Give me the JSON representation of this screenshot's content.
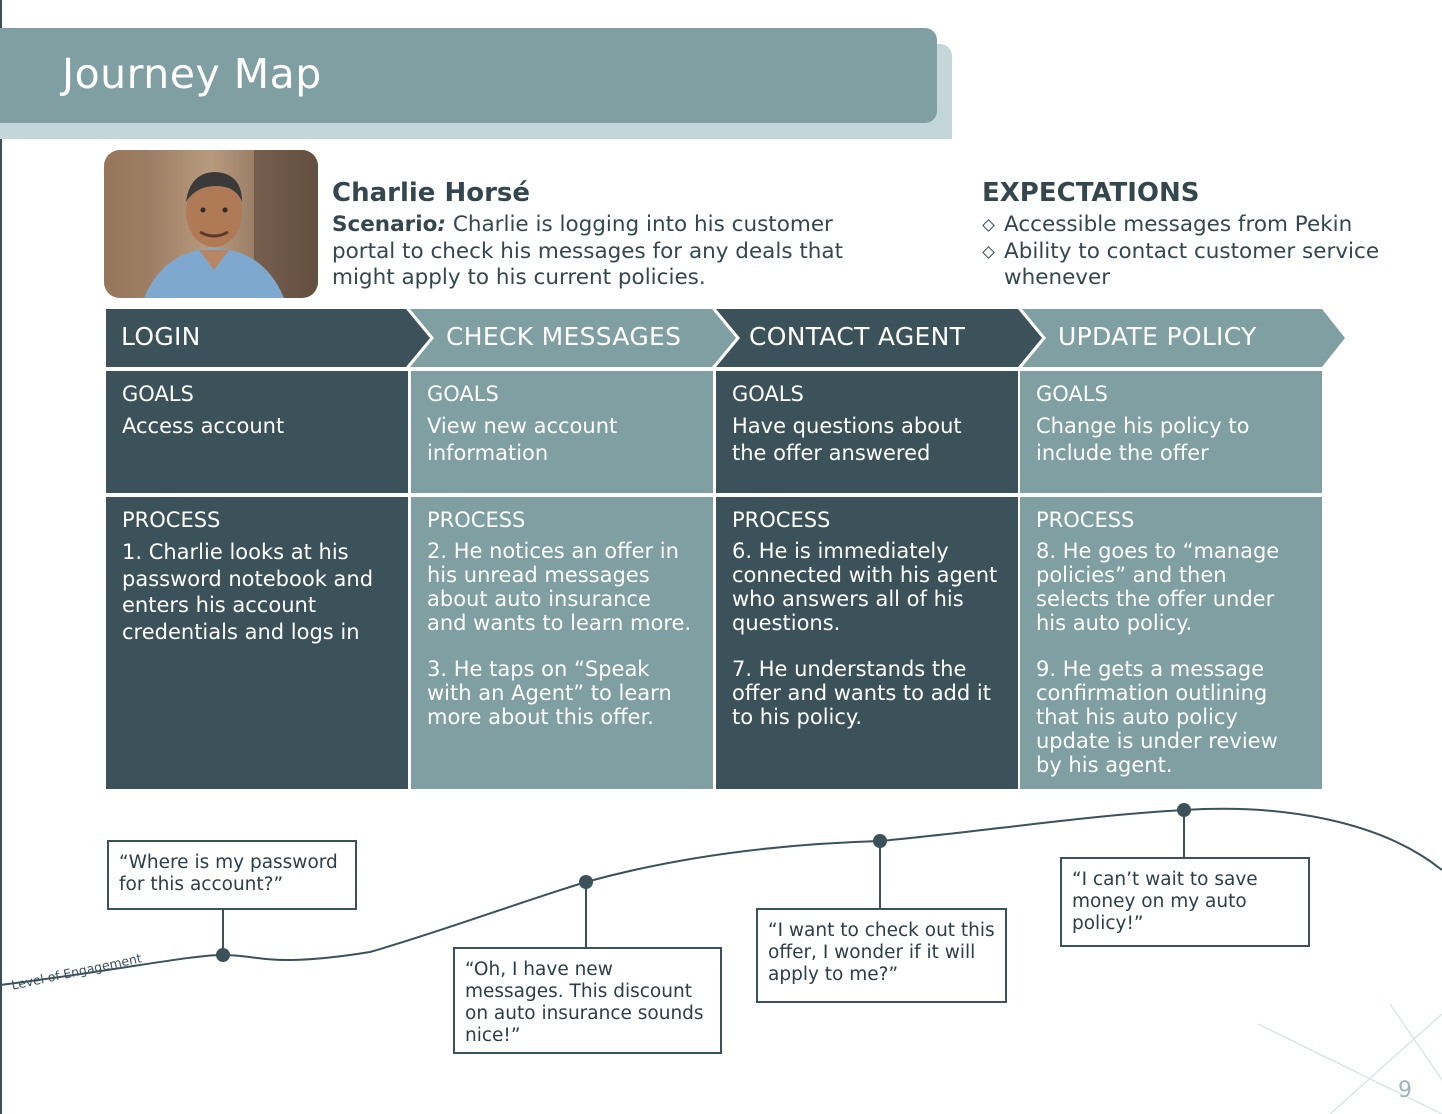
{
  "header": {
    "title": "Journey Map"
  },
  "persona": {
    "photo_alt": "persona-photo",
    "name": "Charlie Horsé",
    "scenario_label": "Scenario",
    "scenario_colon": ":",
    "scenario_text": " Charlie is logging into his customer portal to check his messages for any deals that might apply to his current policies."
  },
  "expectations": {
    "title": "EXPECTATIONS",
    "items": [
      "Accessible messages from Pekin",
      "Ability to contact customer service whenever"
    ]
  },
  "stages": [
    {
      "label": "LOGIN",
      "goals_heading": "GOALS",
      "goals": "Access account",
      "process_heading": "PROCESS",
      "process": [
        "1. Charlie looks at his password notebook and enters his account credentials and logs in"
      ]
    },
    {
      "label": "CHECK MESSAGES",
      "goals_heading": "GOALS",
      "goals": "View new account information",
      "process_heading": "PROCESS",
      "process": [
        "2. He notices an offer in his unread messages about auto insurance and wants to learn more.",
        "3. He taps on “Speak with an Agent” to learn more about this offer."
      ]
    },
    {
      "label": "CONTACT AGENT",
      "goals_heading": "GOALS",
      "goals": "Have questions about the offer answered",
      "process_heading": "PROCESS",
      "process": [
        "6. He is immediately connected with his agent who answers  all of his questions.",
        "7. He understands the offer and wants to add it to his policy."
      ]
    },
    {
      "label": "UPDATE POLICY",
      "goals_heading": "GOALS",
      "goals": "Change his policy to include the offer",
      "process_heading": "PROCESS",
      "process": [
        "8. He goes to “manage policies” and then selects the offer under his auto policy.",
        "9. He gets a message confirmation outlining that his auto policy update is under review by his agent."
      ]
    }
  ],
  "engagement": {
    "axis_label": "Level of Engagement",
    "quotes": [
      "“Where is my password for this account?”",
      "“Oh, I have new messages. This discount on auto insurance sounds nice!”",
      "“I want to check out this offer, I wonder if it will apply to me?”",
      "“I can’t wait to save money on my auto policy!”"
    ]
  },
  "page_number": "9",
  "colors": {
    "dark": "#3b525a",
    "light": "#7f9fa3",
    "banner_back": "#c3d6da",
    "text": "#34474e"
  }
}
